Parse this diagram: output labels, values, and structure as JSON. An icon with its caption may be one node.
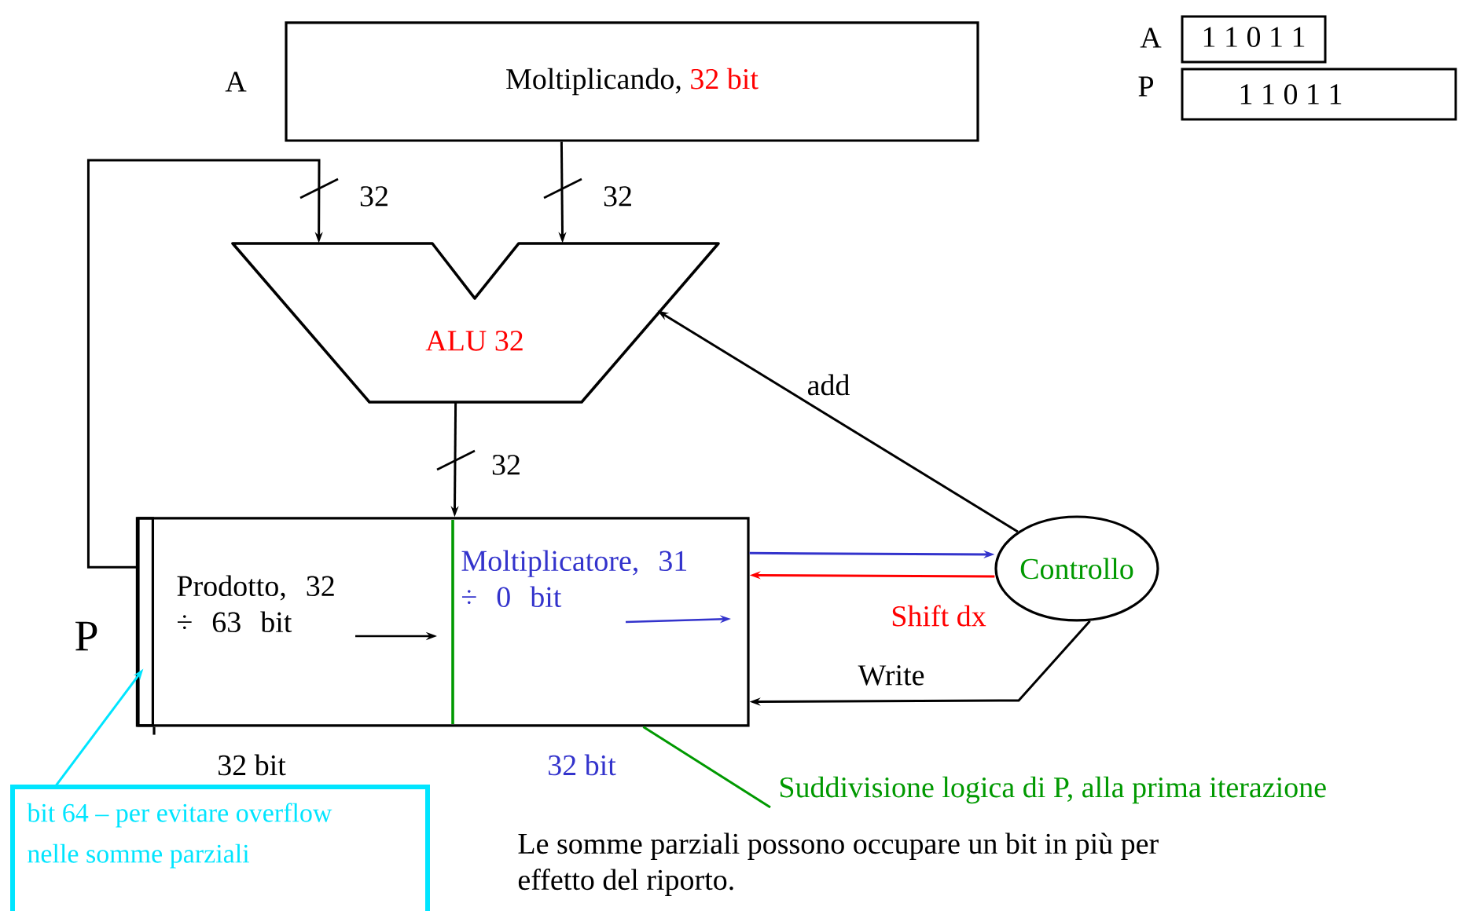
{
  "diagram": {
    "nodes": [
      {
        "text": [
          "Moltiplicando,",
          "32 bit"
        ],
        "beside": [
          "A"
        ]
      },
      {
        "text": [
          "ALU 32"
        ]
      },
      {
        "text": [
          "Prodotto, 32 ÷ 63 bit",
          "Moltiplicatore, 31 ÷ 0 bit"
        ],
        "beside": [
          "P"
        ]
      },
      {
        "text": [
          "Controllo"
        ]
      },
      {
        "text": [
          "bit 64 – per evitare overflow nelle somme parziali"
        ]
      },
      {
        "text": [],
        "shape": "bar",
        "in": 2
      },
      {
        "text": [
          "Suddivisione logica di P, alla prima iterazione"
        ]
      },
      {
        "text": [
          "1 1 0 1 1"
        ],
        "beside": [
          "A"
        ]
      },
      {
        "text": [
          "1 1 0 1 1"
        ],
        "beside": [
          "P"
        ]
      }
    ],
    "edges": [
      {
        "from": 0,
        "to": 1,
        "arrow": "to",
        "label": "32"
      },
      {
        "from": 2,
        "to": 1,
        "arrow": "to",
        "label": "32"
      },
      {
        "from": 1,
        "to": 2,
        "arrow": "to",
        "label": "32"
      },
      {
        "from": 3,
        "to": 1,
        "arrow": "to",
        "label": "add"
      },
      {
        "from": 2,
        "to": 3,
        "arrow": "to",
        "color": "#3333cc"
      },
      {
        "from": 3,
        "to": 2,
        "arrow": "to",
        "label": "Shift dx",
        "color": "#ff0000"
      },
      {
        "from": 3,
        "to": 2,
        "arrow": "to",
        "label": "Write"
      },
      {
        "from": 4,
        "to": 5,
        "arrow": "to",
        "color": "#00e5ff"
      },
      {
        "from": 6,
        "to": 2,
        "arrow": "none",
        "color": "#009900"
      }
    ],
    "labels": [
      "32 bit",
      "32 bit",
      "Le somme parziali possono occupare un bit in più per effetto del riporto."
    ]
  }
}
